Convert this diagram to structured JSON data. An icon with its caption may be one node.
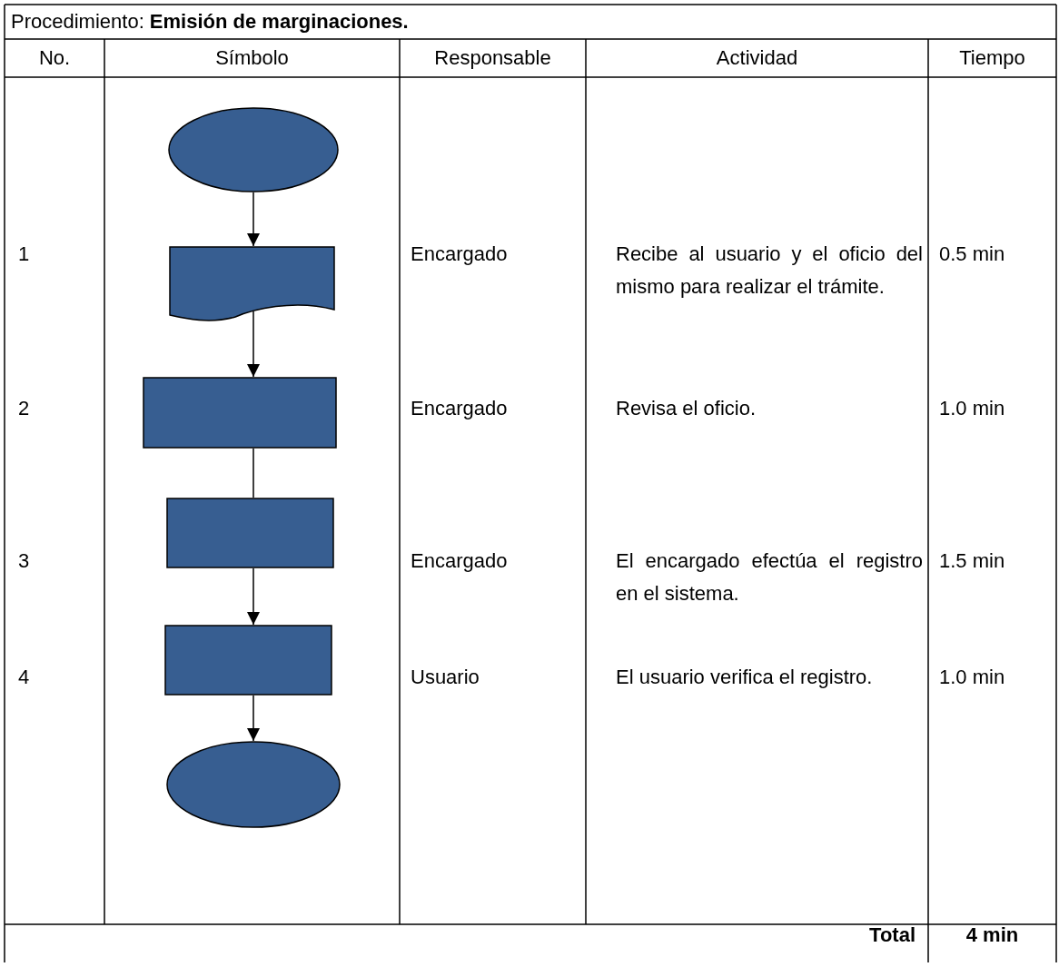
{
  "diagram": {
    "nodes": [
      {
        "text": [],
        "shape": "ellipse"
      },
      {
        "text": [],
        "shape": "document"
      },
      {
        "text": [],
        "shape": "box"
      },
      {
        "text": [],
        "shape": "box"
      },
      {
        "text": [],
        "shape": "box"
      },
      {
        "text": [],
        "shape": "ellipse"
      }
    ],
    "edges": [
      {
        "from": 0,
        "to": 1,
        "arrow": "to"
      },
      {
        "from": 1,
        "to": 2,
        "arrow": "to"
      },
      {
        "from": 2,
        "to": 3,
        "arrow": "none"
      },
      {
        "from": 3,
        "to": 4,
        "arrow": "to"
      },
      {
        "from": 4,
        "to": 5,
        "arrow": "to"
      }
    ],
    "labels": [
      "Procedimiento: **Emisión de marginaciones.**",
      "No.",
      "Símbolo",
      "Responsable",
      "Actividad",
      "Tiempo",
      "1",
      "Encargado",
      "Recibe al usuario y el oficio del mismo para realizar el trámite.",
      "0.5 min",
      "2",
      "Encargado",
      "Revisa el oficio.",
      "1.0 min",
      "3",
      "Encargado",
      "El encargado efectúa el registro en el sistema.",
      "1.5 min",
      "4",
      "Usuario",
      "El usuario verifica el registro.",
      "1.0 min",
      "Total",
      "4 min"
    ]
  }
}
